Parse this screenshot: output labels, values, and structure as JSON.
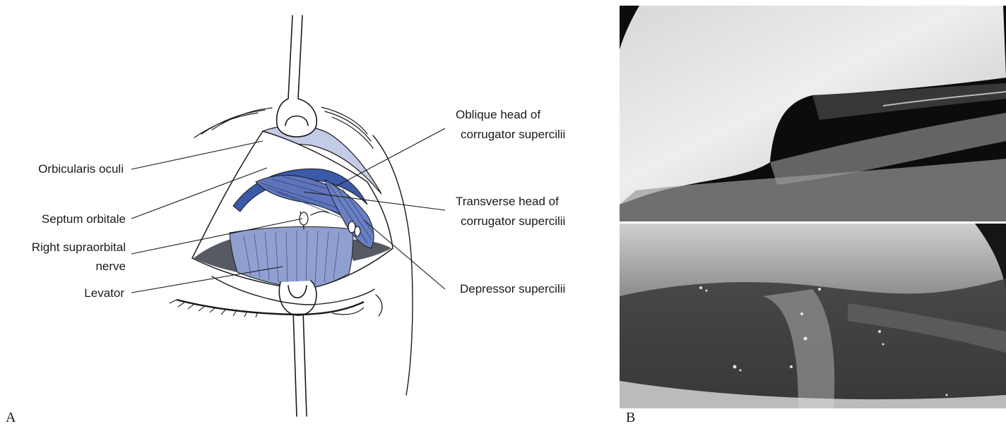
{
  "panel_a": {
    "letter": "A",
    "labels": {
      "orbicularis": "Orbicularis oculi",
      "septum": "Septum orbitale",
      "nerve_line1": "Right supraorbital",
      "nerve_line2": "nerve",
      "levator": "Levator",
      "oblique_line1": "Oblique head of",
      "oblique_line2": "corrugator supercilii",
      "transverse_line1": "Transverse head of",
      "transverse_line2": "corrugator supercilii",
      "depressor": "Depressor supercilii"
    }
  },
  "panel_b": {
    "letter": "B"
  },
  "colors": {
    "muscle_fill": "#8f9fd0",
    "muscle_dark": "#3b5aa8",
    "orbicularis_fill": "#c3cbe6",
    "shadow_fill": "#555a63"
  }
}
